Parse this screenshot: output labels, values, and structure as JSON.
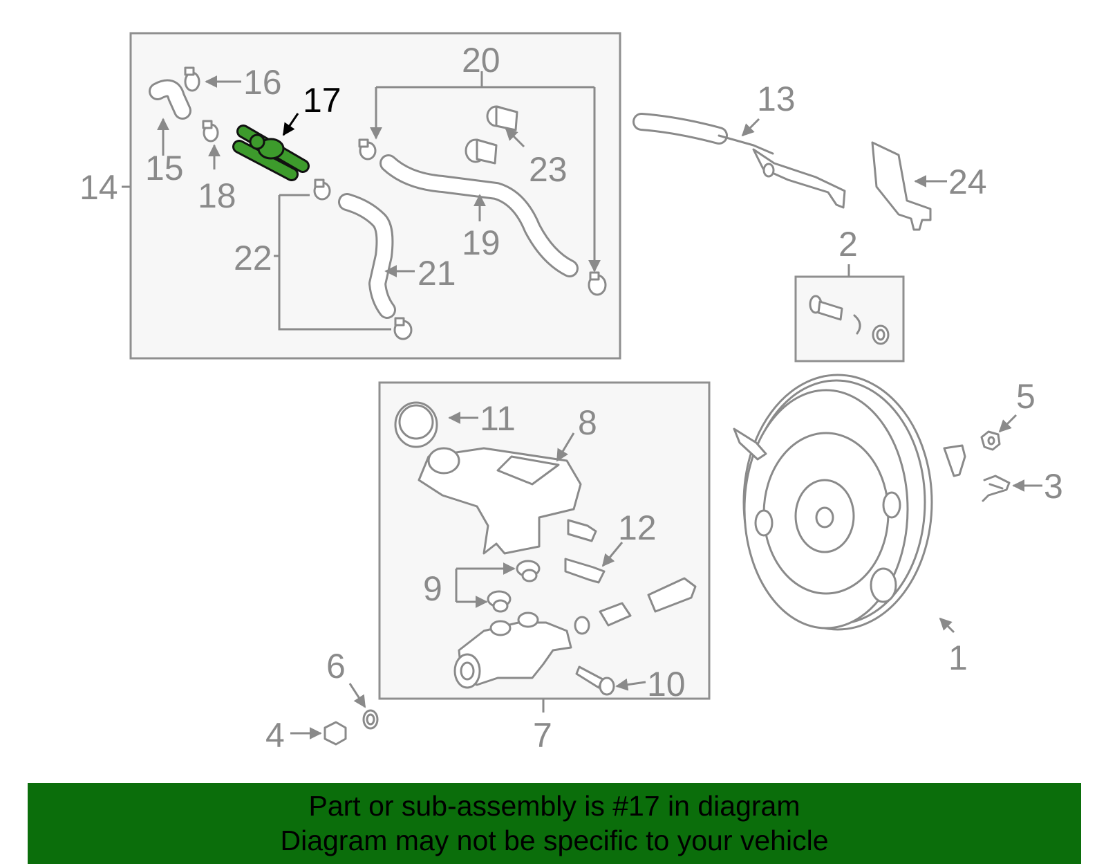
{
  "callouts": {
    "c1": "1",
    "c2": "2",
    "c3": "3",
    "c4": "4",
    "c5": "5",
    "c6": "6",
    "c7": "7",
    "c8": "8",
    "c9": "9",
    "c10": "10",
    "c11": "11",
    "c12": "12",
    "c13": "13",
    "c14": "14",
    "c15": "15",
    "c16": "16",
    "c17": "17",
    "c18": "18",
    "c19": "19",
    "c20": "20",
    "c21": "21",
    "c22": "22",
    "c23": "23",
    "c24": "24"
  },
  "highlighted_part": "17",
  "colors": {
    "highlight_fill": "#3d9b2c",
    "banner_background": "#0b6e0b",
    "line_gray": "#8a8a8a"
  },
  "banner": {
    "line1": "Part or sub-assembly is #17 in diagram",
    "line2": "Diagram may not be specific to your vehicle"
  }
}
